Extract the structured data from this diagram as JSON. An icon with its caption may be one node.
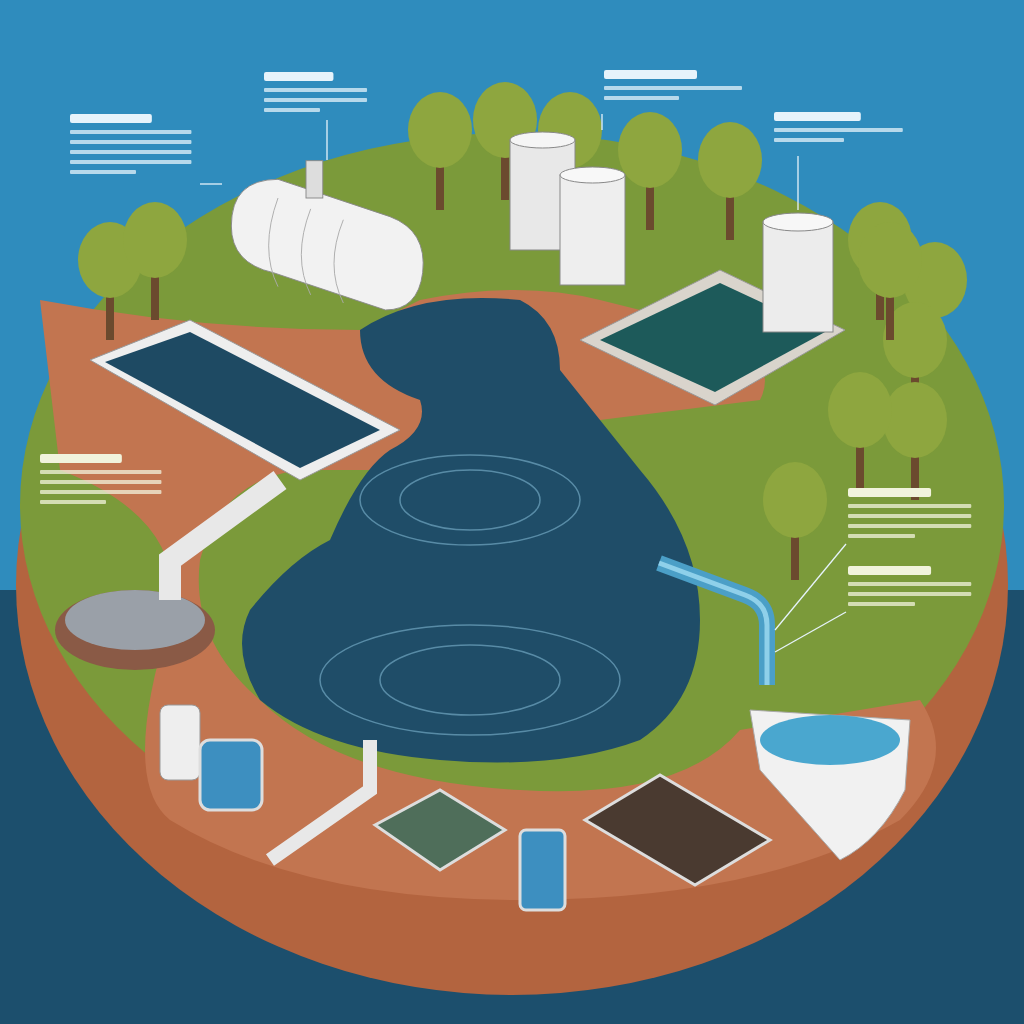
{
  "diagram": {
    "nodes": [
      {
        "text": [],
        "shape": "box"
      },
      {
        "text": [],
        "shape": "box"
      },
      {
        "text": [],
        "shape": "box"
      },
      {
        "text": [],
        "shape": "box"
      },
      {
        "text": [],
        "shape": "box"
      },
      {
        "text": [],
        "shape": "box"
      },
      {
        "text": [],
        "shape": "box"
      },
      {
        "text": [],
        "shape": "picture"
      },
      {
        "text": [],
        "shape": "picture"
      },
      {
        "text": [],
        "shape": "cylinder"
      },
      {
        "text": [],
        "shape": "picture"
      }
    ],
    "edges": [
      {
        "from": 0,
        "to": 7,
        "arrow": "none"
      },
      {
        "from": 1,
        "to": 7,
        "arrow": "none"
      },
      {
        "from": 2,
        "to": 8,
        "arrow": "none"
      },
      {
        "from": 3,
        "to": 9,
        "arrow": "none"
      },
      {
        "from": 5,
        "to": 10,
        "arrow": "none"
      },
      {
        "from": 6,
        "to": 10,
        "arrow": "none"
      }
    ]
  }
}
